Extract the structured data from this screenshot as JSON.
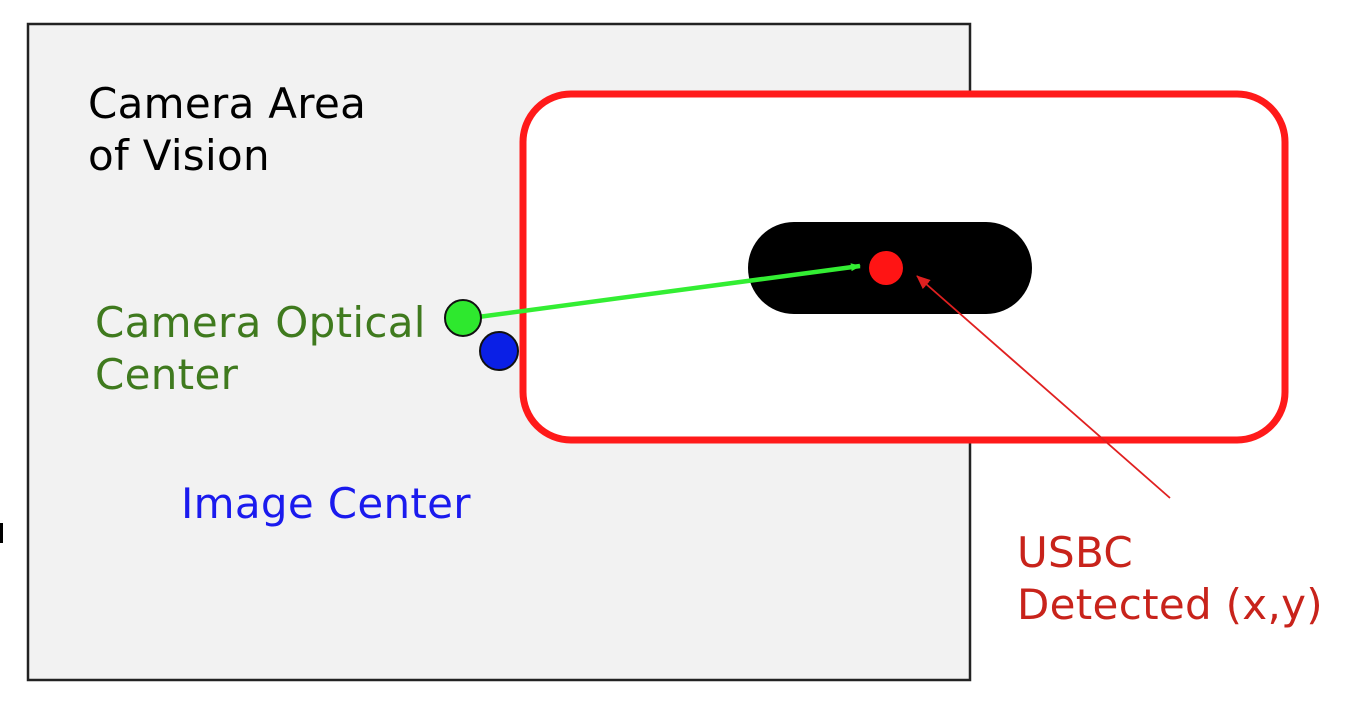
{
  "labels": {
    "camera_area": [
      "Camera Area",
      "of Vision"
    ],
    "optical_center": [
      "Camera Optical",
      "Center"
    ],
    "image_center": "Image Center",
    "usbc_detected": [
      "USBC",
      "Detected (x,y)"
    ]
  },
  "colors": {
    "camera_area_fill": "#f2f2f2",
    "camera_area_stroke": "#222222",
    "camera_area_text": "#000000",
    "optical_center_text": "#3f7a1e",
    "optical_center_dot": "#2ee82e",
    "optical_arrow": "#33ee33",
    "image_center_text": "#1a1aee",
    "image_center_dot": "#0a1fe6",
    "device_outline": "#ff1a1a",
    "device_fill": "#ffffff",
    "usbc_port": "#000000",
    "usbc_dot": "#ff1414",
    "usbc_text": "#c8231b",
    "usbc_pointer": "#e02020"
  }
}
